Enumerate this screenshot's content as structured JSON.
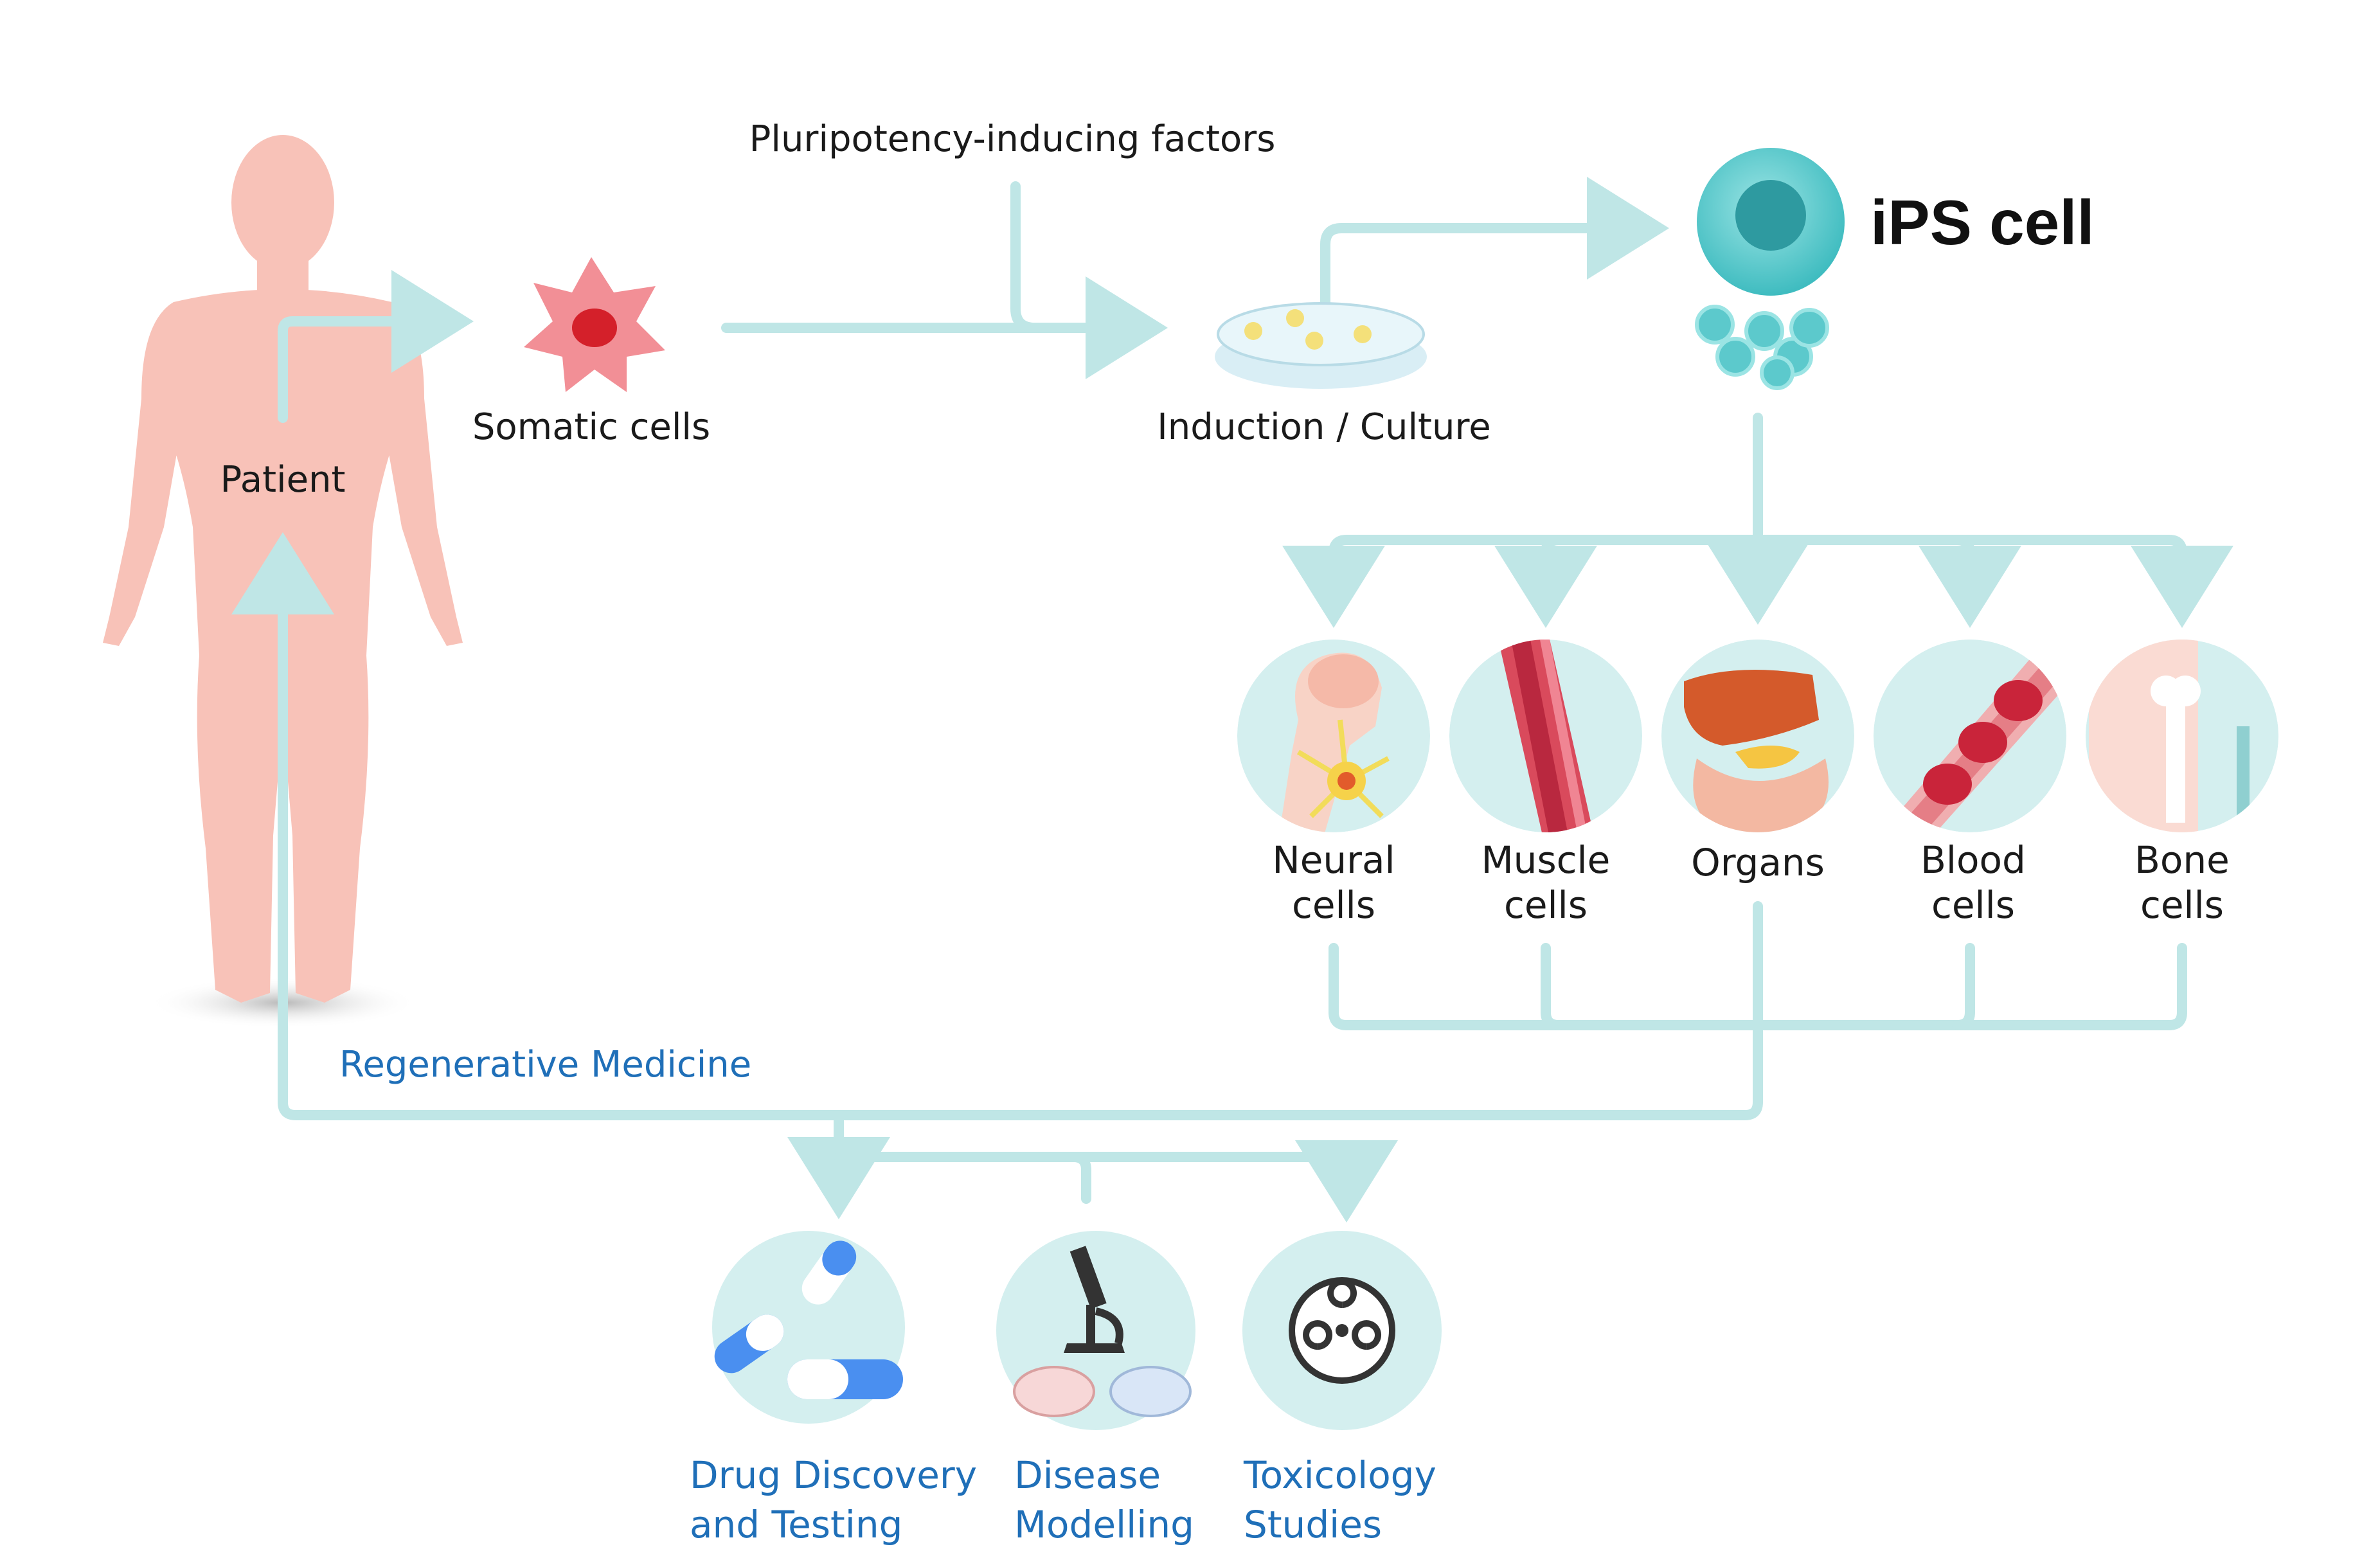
{
  "labels": {
    "factors": "Pluripotency-inducing factors",
    "patient": "Patient",
    "somatic": "Somatic cells",
    "induction": "Induction / Culture",
    "ips": "iPS cell",
    "regenerative": "Regenerative Medicine"
  },
  "cell_types": [
    {
      "line1": "Neural",
      "line2": "cells",
      "icon": "brain-neuron-icon"
    },
    {
      "line1": "Muscle",
      "line2": "cells",
      "icon": "muscle-fiber-icon"
    },
    {
      "line1": "Organs",
      "line2": "",
      "icon": "organs-icon"
    },
    {
      "line1": "Blood",
      "line2": "cells",
      "icon": "blood-vessel-icon"
    },
    {
      "line1": "Bone",
      "line2": "cells",
      "icon": "bone-icon"
    }
  ],
  "applications": [
    {
      "line1": "Drug Discovery",
      "line2": "and Testing",
      "icon": "capsules-icon"
    },
    {
      "line1": "Disease",
      "line2": "Modelling",
      "icon": "microscope-icon"
    },
    {
      "line1": "Toxicology",
      "line2": "Studies",
      "icon": "biohazard-icon"
    }
  ],
  "colors": {
    "arrow": "#bfe6e6",
    "body": "#f8c2b8",
    "circle_bg": "#d4efef",
    "ips_cell": "#5cc9cc",
    "application_text": "#1f6fb8"
  }
}
